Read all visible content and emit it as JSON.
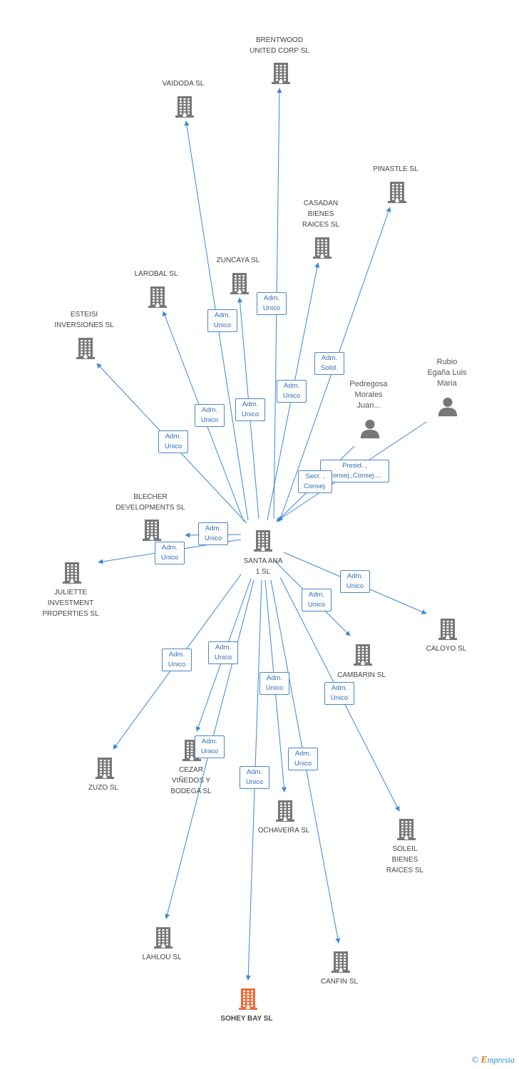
{
  "colors": {
    "edge": "#3f86d6",
    "building": "#777777",
    "highlight": "#f06b3a",
    "person": "#777777",
    "badge_text": "#2f6db5",
    "badge_border": "#4a86c8"
  },
  "nodes": [
    {
      "id": "santa",
      "label": "SANTA ANA\n1 SL",
      "kind": "company"
    },
    {
      "id": "brentwood",
      "label": "BRENTWOOD\nUNITED CORP SL",
      "kind": "company"
    },
    {
      "id": "vaidoda",
      "label": "VAIDODA SL",
      "kind": "company"
    },
    {
      "id": "pinastle",
      "label": "PINASTLE SL",
      "kind": "company"
    },
    {
      "id": "casadan",
      "label": "CASADAN\nBIENES\nRAICES SL",
      "kind": "company"
    },
    {
      "id": "zuncaya",
      "label": "ZUNCAYA SL",
      "kind": "company"
    },
    {
      "id": "larobal",
      "label": "LAROBAL SL",
      "kind": "company"
    },
    {
      "id": "esteisi",
      "label": "ESTEISI\nINVERSIONES SL",
      "kind": "company"
    },
    {
      "id": "rubio",
      "label": "Rubio\nEgaña Luis\nMaria",
      "kind": "person"
    },
    {
      "id": "pedregosa",
      "label": "Pedregosa\nMorales\nJuan...",
      "kind": "person"
    },
    {
      "id": "blecher",
      "label": "BLECHER\nDEVELOPMENTS SL",
      "kind": "company"
    },
    {
      "id": "juliette",
      "label": "JULIETTE\nINVESTMENT\nPROPERTIES SL",
      "kind": "company"
    },
    {
      "id": "caloyo",
      "label": "CALOYO SL",
      "kind": "company"
    },
    {
      "id": "cambarin",
      "label": "CAMBARIN SL",
      "kind": "company"
    },
    {
      "id": "zuzo",
      "label": "ZUZO SL",
      "kind": "company"
    },
    {
      "id": "cezar",
      "label": "CEZAR\nVIÑEDOS Y\nBODEGA SL",
      "kind": "company"
    },
    {
      "id": "ochaveira",
      "label": "OCHAVEIRA SL",
      "kind": "company"
    },
    {
      "id": "soleil",
      "label": "SOLEIL\nBIENES\nRAICES SL",
      "kind": "company"
    },
    {
      "id": "lahlou",
      "label": "LAHLOU SL",
      "kind": "company"
    },
    {
      "id": "canfin",
      "label": "CANFIN SL",
      "kind": "company"
    },
    {
      "id": "sohey",
      "label": "SOHEY BAY SL",
      "kind": "highlight"
    }
  ],
  "edges": [
    {
      "from": "santa",
      "to": "brentwood",
      "label": "Adm.\nUnico"
    },
    {
      "from": "santa",
      "to": "vaidoda",
      "label": "Adm.\nUnico"
    },
    {
      "from": "santa",
      "to": "pinastle",
      "label": "Adm.\nSolid."
    },
    {
      "from": "santa",
      "to": "casadan",
      "label": "Adm.\nUnico"
    },
    {
      "from": "santa",
      "to": "zuncaya",
      "label": "Adm.\nUnico"
    },
    {
      "from": "santa",
      "to": "larobal",
      "label": "Adm.\nUnico"
    },
    {
      "from": "santa",
      "to": "esteisi",
      "label": "Adm.\nUnico"
    },
    {
      "from": "rubio",
      "to": "santa",
      "label": "Presid. ,\nConsej.,Consej...."
    },
    {
      "from": "pedregosa",
      "to": "santa",
      "label": "Secr. ,\nConsej."
    },
    {
      "from": "santa",
      "to": "blecher",
      "label": "Adm.\nUnico"
    },
    {
      "from": "santa",
      "to": "juliette",
      "label": "Adm.\nUnico"
    },
    {
      "from": "santa",
      "to": "caloyo",
      "label": "Adm.\nUnico"
    },
    {
      "from": "santa",
      "to": "cambarin",
      "label": "Adm.\nUnico"
    },
    {
      "from": "santa",
      "to": "zuzo",
      "label": "Adm.\nUnico"
    },
    {
      "from": "santa",
      "to": "cezar",
      "label": "Adm.\nUnico"
    },
    {
      "from": "santa",
      "to": "ochaveira",
      "label": "Adm.\nUnico"
    },
    {
      "from": "santa",
      "to": "soleil",
      "label": "Adm.\nUnico"
    },
    {
      "from": "santa",
      "to": "lahlou",
      "label": "Adm.\nUnico"
    },
    {
      "from": "santa",
      "to": "canfin",
      "label": "Adm.\nUnico"
    },
    {
      "from": "santa",
      "to": "sohey",
      "label": "Adm.\nUnico"
    }
  ],
  "footer": {
    "copyright": "©",
    "brand_initial": "E",
    "brand_rest": "mpresia"
  }
}
